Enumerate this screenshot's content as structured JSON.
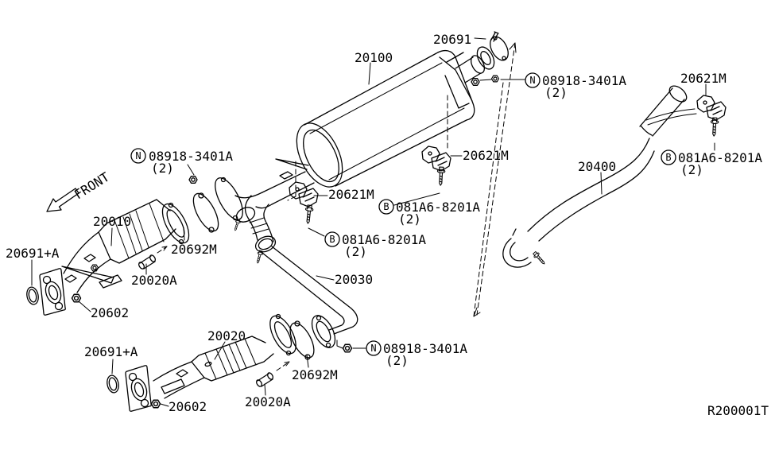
{
  "diagram": {
    "orientation_label": "FRONT",
    "ref_code": "R200001T",
    "qty_2": "(2)",
    "symbol_n": "N",
    "symbol_b": "B",
    "line_color": "#000000",
    "background_color": "#ffffff",
    "parts": {
      "muffler": "20100",
      "outlet_gasket": "20691",
      "exhaust_nut": "08918-3401A",
      "mounting_bracket": "20621M",
      "bracket_bolt": "081A6-8201A",
      "tailpipe": "20400",
      "front_tube": "20010",
      "center_pipe": "20030",
      "front_tube_lower": "20020",
      "ring_gasket": "20691+A",
      "flange_gasket": "20692M",
      "seal_pipe": "20020A",
      "flange_nut": "20602"
    }
  }
}
